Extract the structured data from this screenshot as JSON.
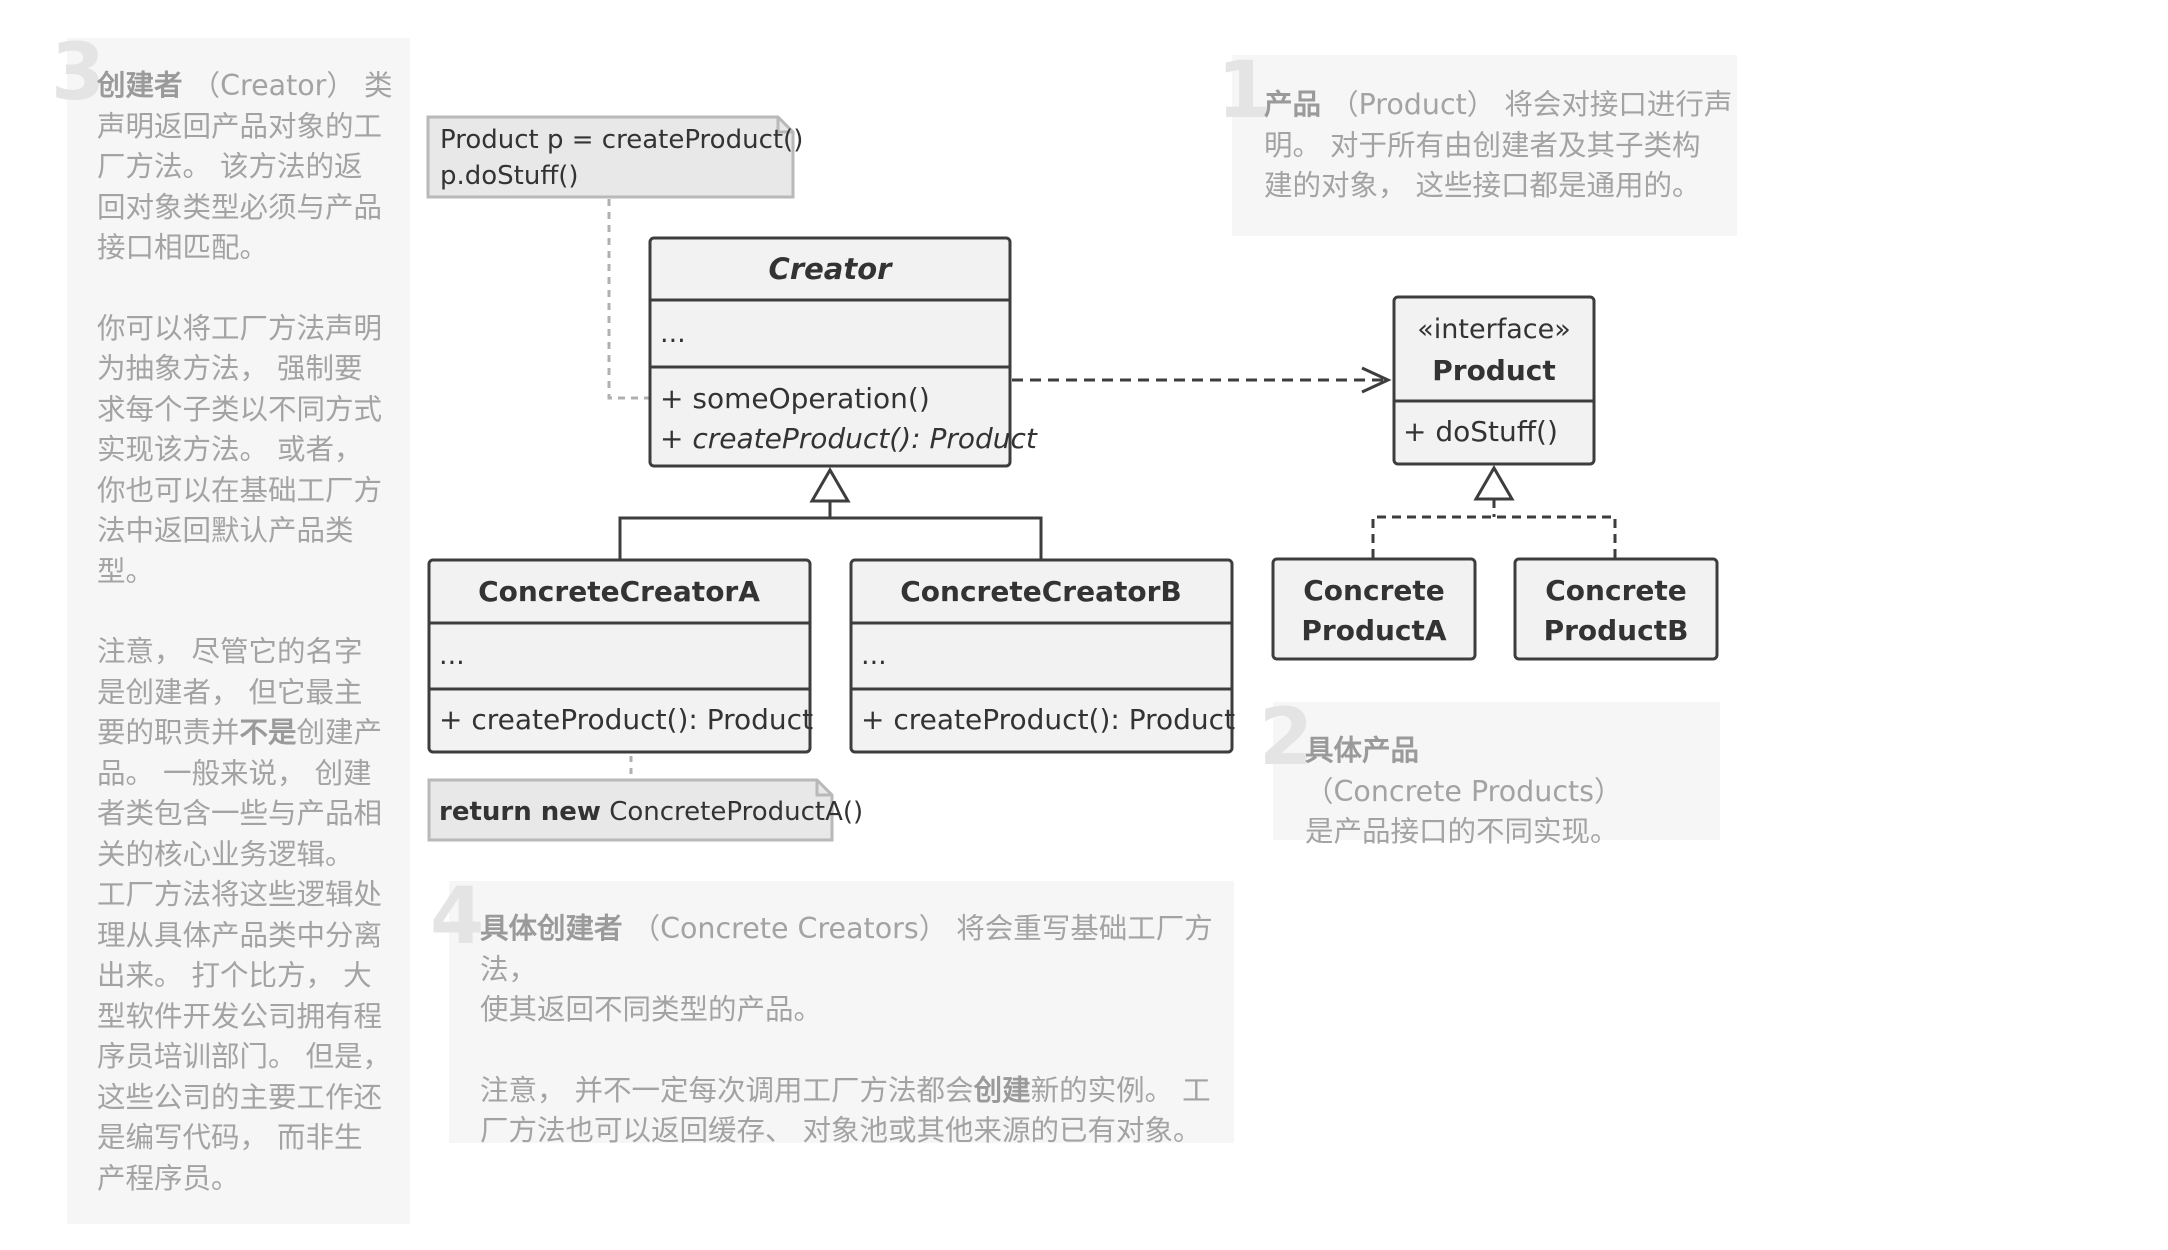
{
  "colors": {
    "box_fill": "#f2f2f2",
    "stroke": "#3d3d3d",
    "note_fill": "#e8e8e8",
    "note_stroke": "#b9b9b9",
    "panel_bg": "#f6f6f6",
    "panel_text": "#a3a3a3",
    "panel_number": "#e4e4e4"
  },
  "diagram": {
    "creator": {
      "name": "Creator",
      "fields": "...",
      "method_1": "+ someOperation()",
      "method_2": "+ createProduct(): Product"
    },
    "creator_a": {
      "name": "ConcreteCreatorA",
      "fields": "...",
      "method": "+ createProduct(): Product"
    },
    "creator_b": {
      "name": "ConcreteCreatorB",
      "fields": "...",
      "method": "+ createProduct(): Product"
    },
    "product": {
      "stereotype": "«interface»",
      "name": "Product",
      "method": "+ doStuff()"
    },
    "product_a": {
      "line_1": "Concrete",
      "line_2": "ProductA"
    },
    "product_b": {
      "line_1": "Concrete",
      "line_2": "ProductB"
    },
    "note_creator": {
      "line_1": "Product p = createProduct()",
      "line_2": "p.doStuff()"
    },
    "note_creator_a": {
      "keyword": "return new",
      "rest": " ConcreteProductA()"
    }
  },
  "annotations": {
    "creator": {
      "number": "3",
      "title": "创建者",
      "p1_l1": "（Creator） 类",
      "p1_l2": "声明返回产品对象的工",
      "p1_l3": "厂方法。 该方法的返",
      "p1_l4": "回对象类型必须与产品",
      "p1_l5": "接口相匹配。",
      "p2_l1": "你可以将工厂方法声明",
      "p2_l2": "为抽象方法， 强制要",
      "p2_l3": "求每个子类以不同方式",
      "p2_l4": "实现该方法。 或者，",
      "p2_l5": "你也可以在基础工厂方",
      "p2_l6": "法中返回默认产品类",
      "p2_l7": "型。",
      "p3_l1": "注意， 尽管它的名字",
      "p3_l2": "是创建者， 但它最主",
      "p3_l3_a": "要的职责并",
      "p3_l3_bold": "不是",
      "p3_l3_b": "创建产",
      "p3_l4": "品。 一般来说， 创建",
      "p3_l5": "者类包含一些与产品相",
      "p3_l6": "关的核心业务逻辑。",
      "p3_l7": "工厂方法将这些逻辑处",
      "p3_l8": "理从具体产品类中分离",
      "p3_l9": "出来。 打个比方， 大",
      "p3_l10": "型软件开发公司拥有程",
      "p3_l11": "序员培训部门。 但是，",
      "p3_l12": "这些公司的主要工作还",
      "p3_l13": "是编写代码， 而非生",
      "p3_l14": "产程序员。"
    },
    "product": {
      "number": "1",
      "title": "产品",
      "l1": "（Product） 将会对接口进行声",
      "l2": "明。 对于所有由创建者及其子类构",
      "l3": "建的对象， 这些接口都是通用的。"
    },
    "concrete_products": {
      "number": "2",
      "title": "具体产品",
      "l1": "（Concrete Products）",
      "l2": "是产品接口的不同实现。"
    },
    "concrete_creators": {
      "number": "4",
      "title": "具体创建者",
      "l1": "（Concrete Creators） 将会重写基础工厂方法，",
      "l2": "使其返回不同类型的产品。",
      "l3_a": "注意， 并不一定每次调用工厂方法都会",
      "l3_bold": "创建",
      "l3_b": "新的实例。 工",
      "l4": "厂方法也可以返回缓存、 对象池或其他来源的已有对象。"
    }
  }
}
